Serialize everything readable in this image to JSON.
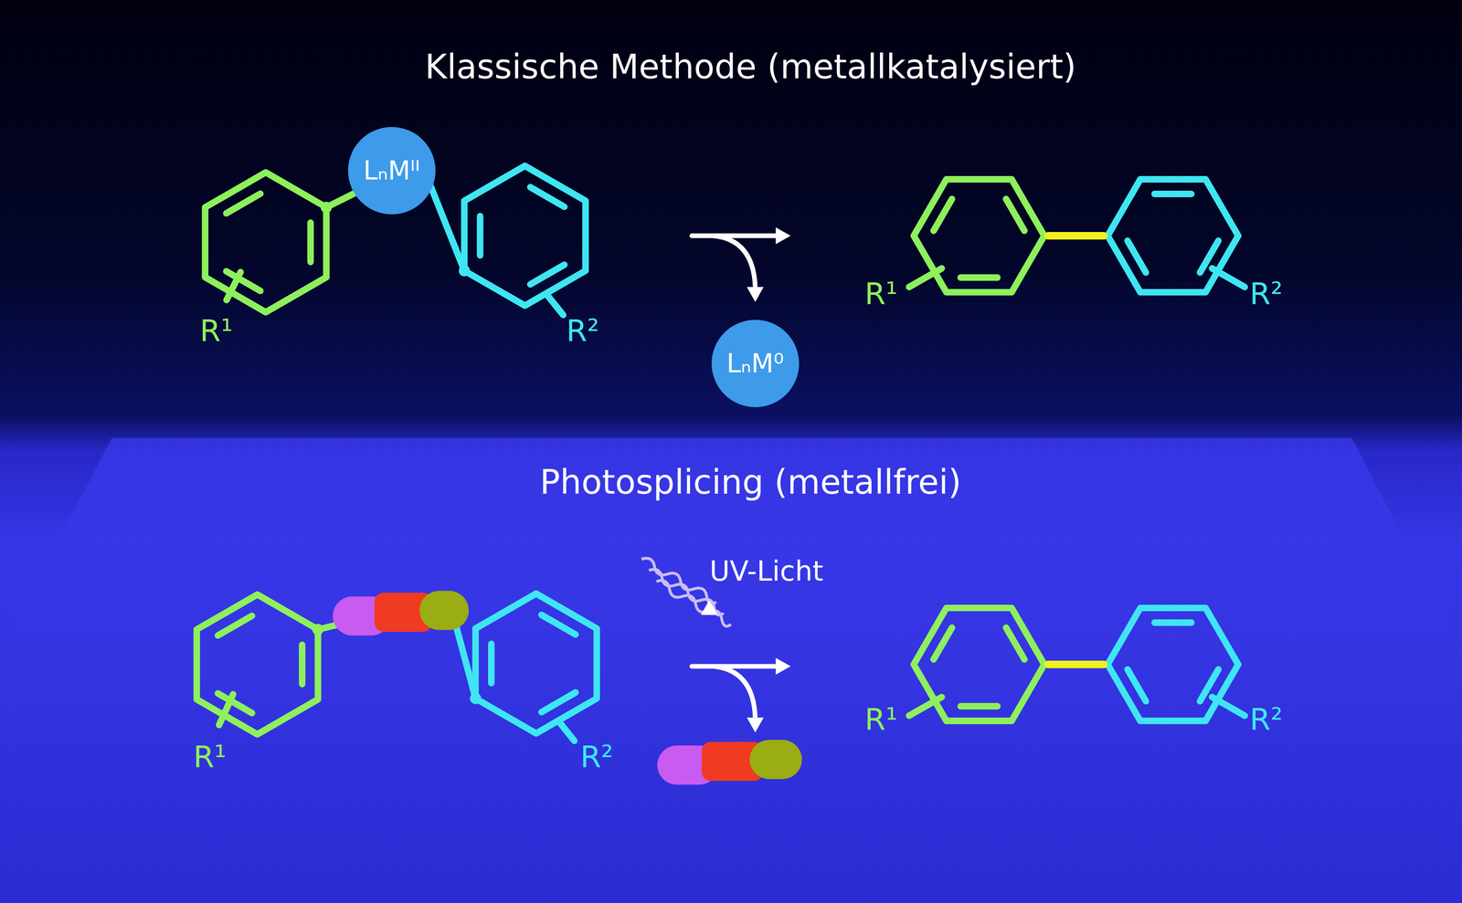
{
  "diagram": {
    "nodes": [
      {
        "text": [
          "LₙMᴵᴵ"
        ]
      },
      {
        "text": [
          "LₙM⁰"
        ]
      }
    ],
    "labels": [
      "Klassische Methode (metallkatalysiert)",
      "R¹",
      "R²",
      "R¹",
      "R²",
      "Photosplicing (metallfrei)",
      "UV-Licht",
      "R¹",
      "R²",
      "R¹",
      "R²"
    ]
  }
}
